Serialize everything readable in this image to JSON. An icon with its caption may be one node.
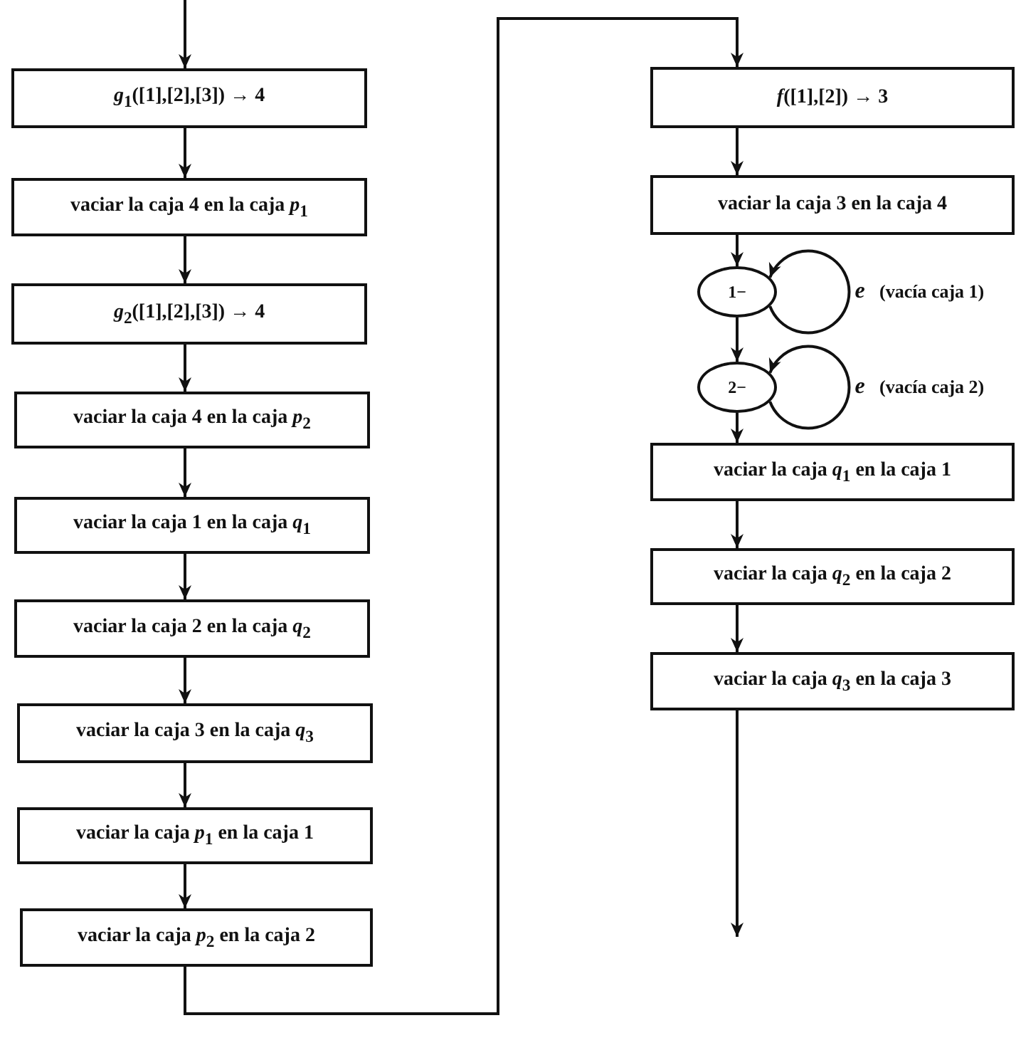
{
  "diagram": {
    "nodes": [
      {
        "text": [
          "*g*$_{1}$([1],[2],[3]) → 4"
        ]
      },
      {
        "text": [
          "vaciar la caja 4 en la caja *p*$_{1}$"
        ]
      },
      {
        "text": [
          "*g*$_{2}$([1],[2],[3]) → 4"
        ]
      },
      {
        "text": [
          "vaciar la caja 4 en la caja *p*$_{2}$"
        ]
      },
      {
        "text": [
          "vaciar la caja 1 en la caja *q*$_{1}$"
        ]
      },
      {
        "text": [
          "vaciar la caja 2 en la caja *q*$_{2}$"
        ]
      },
      {
        "text": [
          "vaciar la caja 3 en la caja *q*$_{3}$"
        ]
      },
      {
        "text": [
          "vaciar la caja *p*$_{1}$ en la caja 1"
        ]
      },
      {
        "text": [
          "vaciar la caja *p*$_{2}$ en la caja 2"
        ]
      },
      {
        "text": [
          "*f*([1],[2]) → 3"
        ]
      },
      {
        "text": [
          "vaciar la caja 3 en la caja 4"
        ]
      },
      {
        "text": [
          "1−"
        ]
      },
      {
        "text": [
          "2−"
        ]
      },
      {
        "text": [
          "vaciar la caja *q*$_{1}$ en la caja 1"
        ]
      },
      {
        "text": [
          "vaciar la caja *q*$_{2}$ en la caja 2"
        ]
      },
      {
        "text": [
          "vaciar la caja *q*$_{3}$ en la caja 3"
        ]
      }
    ],
    "edges": [
      {
        "from": null,
        "to": 0,
        "arrow": "to"
      },
      {
        "from": 0,
        "to": 1,
        "arrow": "to"
      },
      {
        "from": 1,
        "to": 2,
        "arrow": "to"
      },
      {
        "from": 2,
        "to": 3,
        "arrow": "to"
      },
      {
        "from": 3,
        "to": 4,
        "arrow": "to"
      },
      {
        "from": 4,
        "to": 5,
        "arrow": "to"
      },
      {
        "from": 5,
        "to": 6,
        "arrow": "to"
      },
      {
        "from": 6,
        "to": 7,
        "arrow": "to"
      },
      {
        "from": 7,
        "to": 8,
        "arrow": "to"
      },
      {
        "from": 8,
        "to": 9,
        "arrow": "to"
      },
      {
        "from": 9,
        "to": 10,
        "arrow": "to"
      },
      {
        "from": 10,
        "to": 11,
        "arrow": "to"
      },
      {
        "from": 11,
        "to": 11,
        "arrow": "to",
        "label": "*e*"
      },
      {
        "from": 11,
        "to": 12,
        "arrow": "to"
      },
      {
        "from": 12,
        "to": 12,
        "arrow": "to",
        "label": "*e*"
      },
      {
        "from": 12,
        "to": 13,
        "arrow": "to"
      },
      {
        "from": 13,
        "to": 14,
        "arrow": "to"
      },
      {
        "from": 14,
        "to": 15,
        "arrow": "to"
      },
      {
        "from": 15,
        "to": null,
        "arrow": "to"
      }
    ],
    "labels": [
      "(vacía caja 1)",
      "(vacía caja 2)"
    ]
  }
}
